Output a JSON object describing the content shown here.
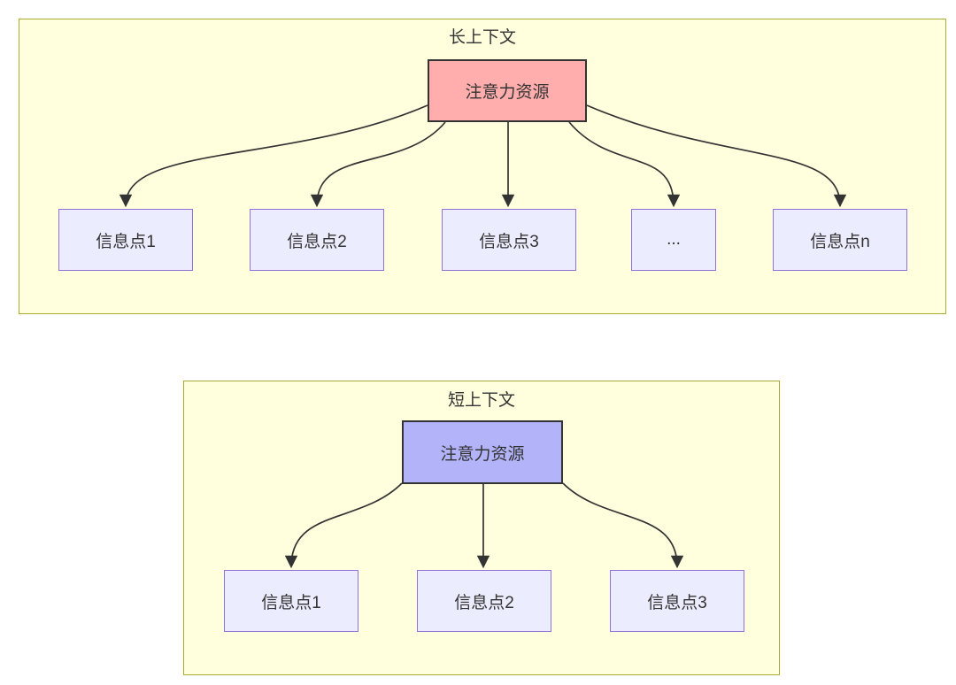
{
  "diagrams": {
    "long": {
      "title": "长上下文",
      "attention": {
        "label": "注意力资源",
        "fill": "#ffadad"
      },
      "nodes": [
        {
          "label": "信息点1"
        },
        {
          "label": "信息点2"
        },
        {
          "label": "信息点3"
        },
        {
          "label": "..."
        },
        {
          "label": "信息点n"
        }
      ]
    },
    "short": {
      "title": "短上下文",
      "attention": {
        "label": "注意力资源",
        "fill": "#b3b3fa"
      },
      "nodes": [
        {
          "label": "信息点1"
        },
        {
          "label": "信息点2"
        },
        {
          "label": "信息点3"
        }
      ]
    }
  },
  "colors": {
    "canvas_background": "#ffffff",
    "container_fill": "#ffffde",
    "container_border": "#aaaa33",
    "long_attention_fill": "#ffadad",
    "short_attention_fill": "#b3b3fa",
    "attention_border": "#333333",
    "info_node_fill": "#ececff",
    "info_node_border": "#9370db",
    "arrow": "#333333",
    "text": "#333333"
  }
}
